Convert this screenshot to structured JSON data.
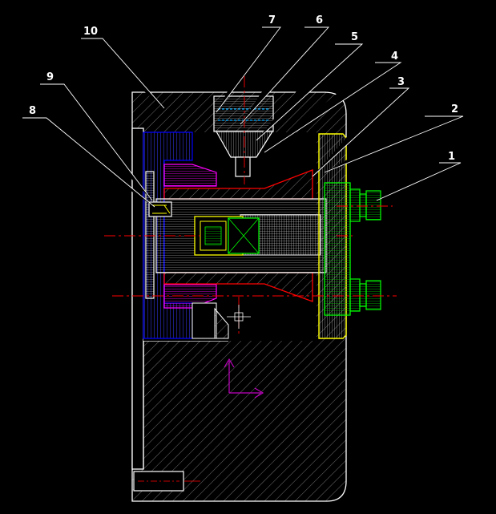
{
  "drawing": {
    "background_color": "#000000",
    "callouts": [
      {
        "id": "1",
        "label": "1"
      },
      {
        "id": "2",
        "label": "2"
      },
      {
        "id": "3",
        "label": "3"
      },
      {
        "id": "4",
        "label": "4"
      },
      {
        "id": "5",
        "label": "5"
      },
      {
        "id": "6",
        "label": "6"
      },
      {
        "id": "7",
        "label": "7"
      },
      {
        "id": "8",
        "label": "8"
      },
      {
        "id": "9",
        "label": "9"
      },
      {
        "id": "10",
        "label": "10"
      }
    ],
    "colors": {
      "outline": "#ffffff",
      "centerline": "#ff0000",
      "part_blue": "#0000ff",
      "part_magenta": "#ff00ff",
      "part_green": "#00ff00",
      "part_yellow": "#ffff00",
      "hatch": "#9a9a9a",
      "ucs_icon": "#c000c0"
    }
  }
}
